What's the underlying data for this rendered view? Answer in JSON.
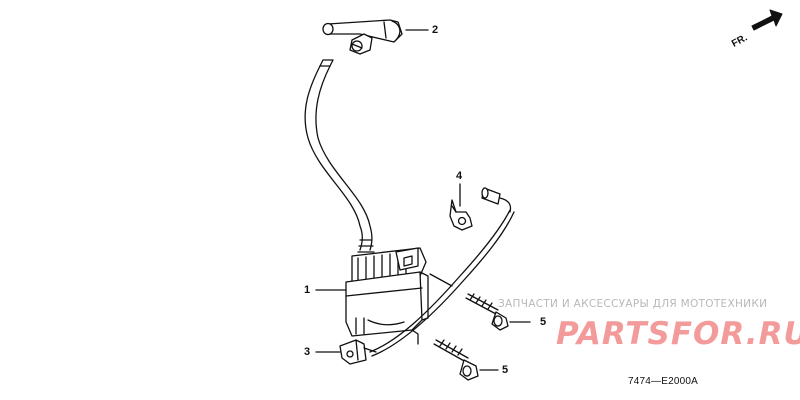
{
  "diagram": {
    "direction_label": "FR.",
    "callouts": {
      "ignition_coil": "1",
      "spark_plug_cap": "2",
      "cable_holder": "3",
      "wire_clip": "4",
      "flange_bolt_upper": "5",
      "flange_bolt_lower": "5"
    },
    "figure_code": "7474—E2000A"
  },
  "watermark": {
    "tagline": "ЗАПЧАСТИ И АКСЕССУАРЫ ДЛЯ МОТОТЕХНИКИ",
    "logo_text": "PARTSFOR.RU",
    "logo_color": "#f39a9a"
  },
  "colors": {
    "line": "#111111",
    "watermark_gray": "#b8b8b8"
  }
}
